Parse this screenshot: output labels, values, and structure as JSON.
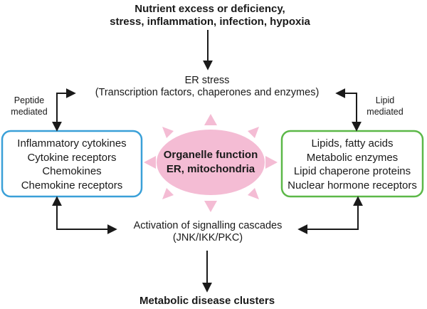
{
  "top_cause": {
    "line1": "Nutrient excess or deficiency,",
    "line2": "stress, inflammation, infection, hypoxia"
  },
  "er_stress": {
    "title": "ER stress",
    "subtitle": "(Transcription factors, chaperones and enzymes)"
  },
  "left_side_label": {
    "line1": "Peptide",
    "line2": "mediated"
  },
  "right_side_label": {
    "line1": "Lipid",
    "line2": "mediated"
  },
  "left_box": {
    "items": [
      "Inflammatory cytokines",
      "Cytokine receptors",
      "Chemokines",
      "Chemokine receptors"
    ],
    "border_color": "#3aa0d8"
  },
  "right_box": {
    "items": [
      "Lipids, fatty acids",
      "Metabolic enzymes",
      "Lipid chaperone proteins",
      "Nuclear hormone receptors"
    ],
    "border_color": "#5cb848"
  },
  "center": {
    "line1": "Organelle function",
    "line2": "ER, mitochondria",
    "fill_color": "#f4bcd4"
  },
  "signalling": {
    "line1": "Activation of signalling cascades",
    "line2": "(JNK/IKK/PKC)"
  },
  "outcome": {
    "label": "Metabolic disease clusters"
  },
  "arrow_color": "#1a1a1a"
}
